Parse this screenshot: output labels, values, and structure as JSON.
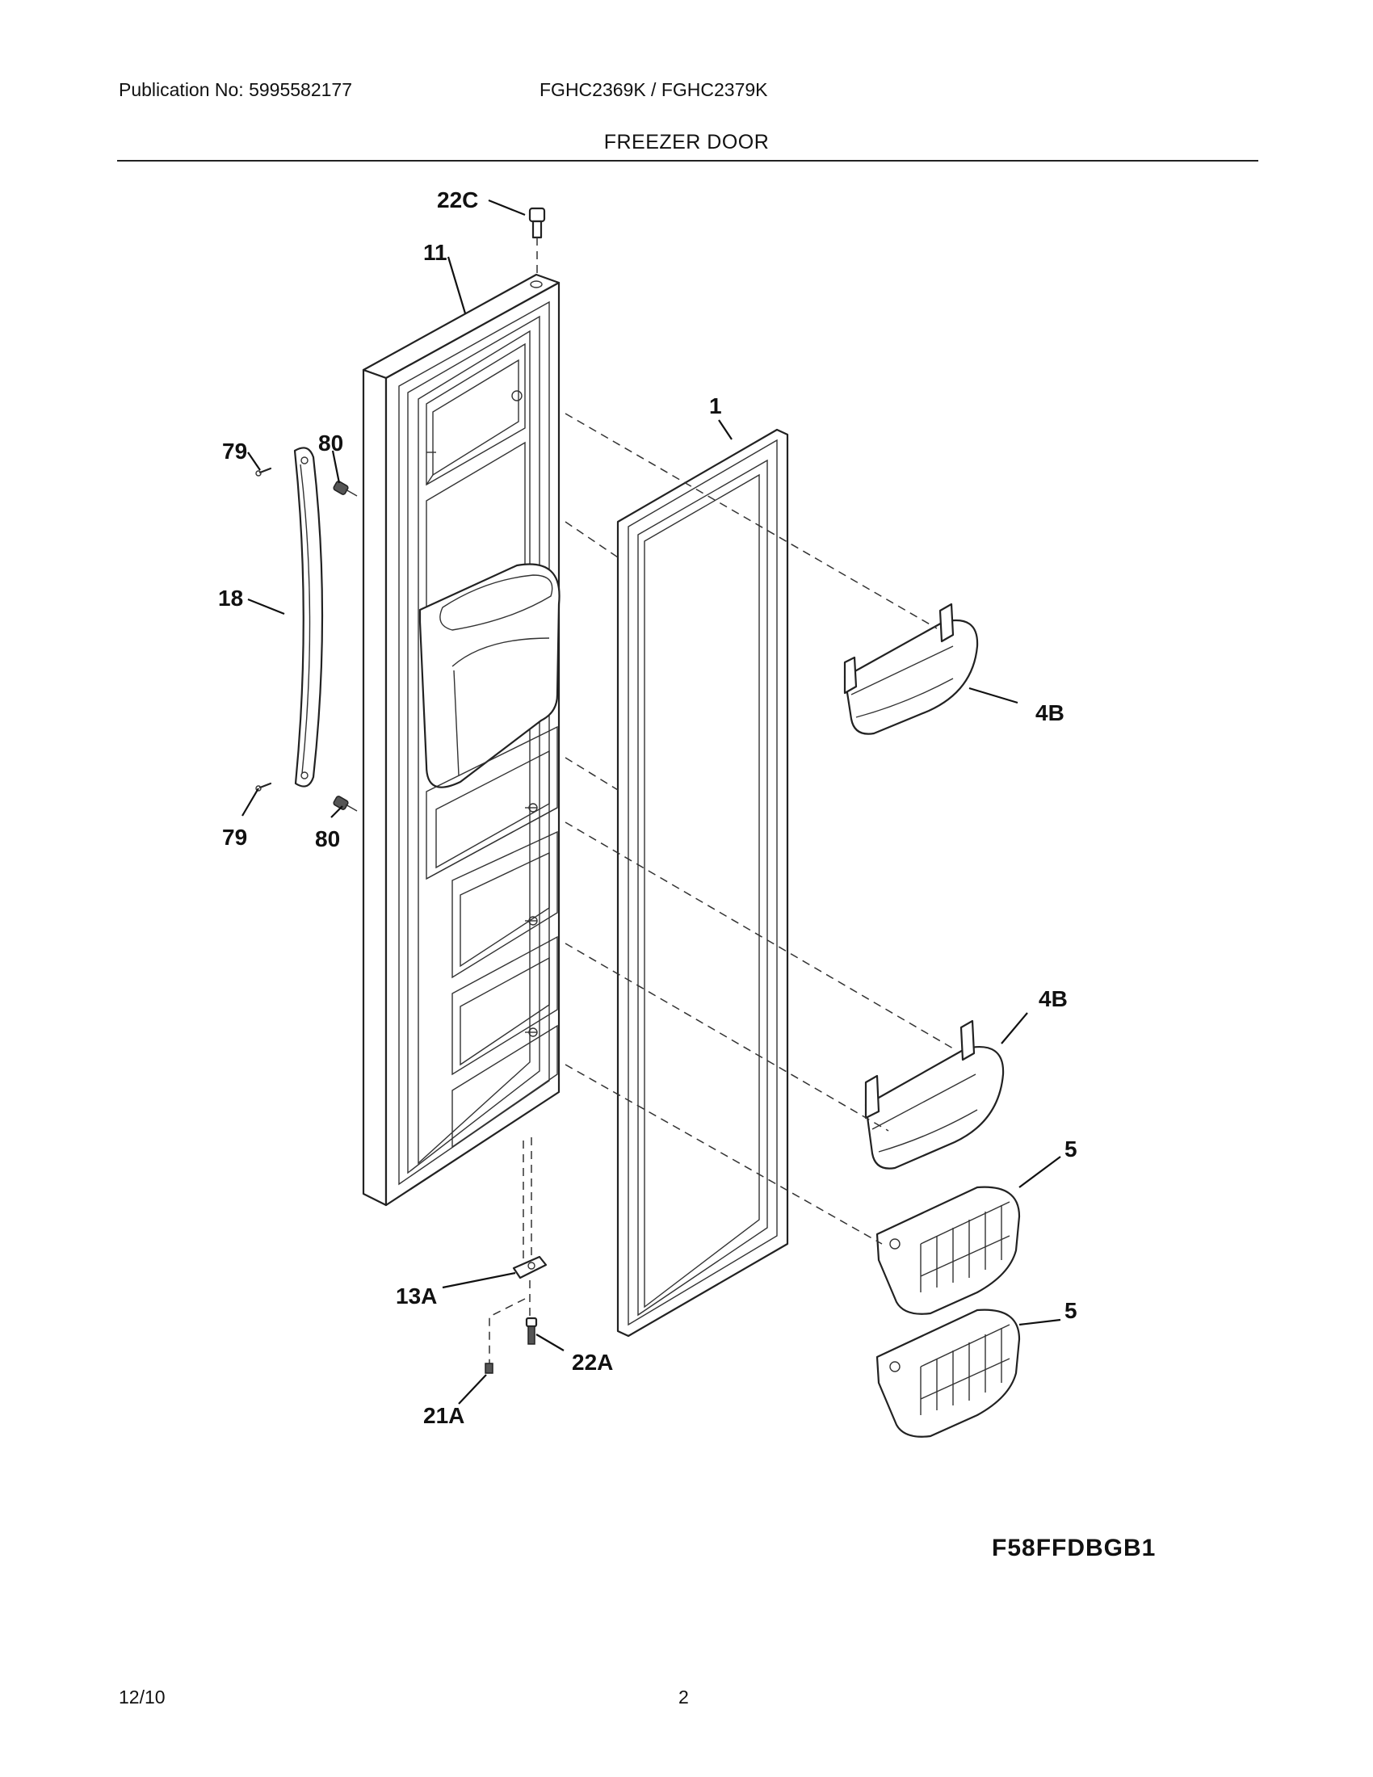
{
  "header": {
    "publication": "Publication No: 5995582177",
    "models": "FGHC2369K / FGHC2379K",
    "section_title": "FREEZER DOOR"
  },
  "callouts": {
    "c22C": "22C",
    "c11": "11",
    "c1": "1",
    "c79_top": "79",
    "c80_top": "80",
    "c18": "18",
    "c4B_top": "4B",
    "c79_bottom": "79",
    "c80_bottom": "80",
    "c4B_bottom": "4B",
    "c5_top": "5",
    "c13A": "13A",
    "c5_bottom": "5",
    "c22A": "22A",
    "c21A": "21A"
  },
  "figure_code": "F58FFDBGB1",
  "footer": {
    "date": "12/10",
    "page_number": "2"
  }
}
